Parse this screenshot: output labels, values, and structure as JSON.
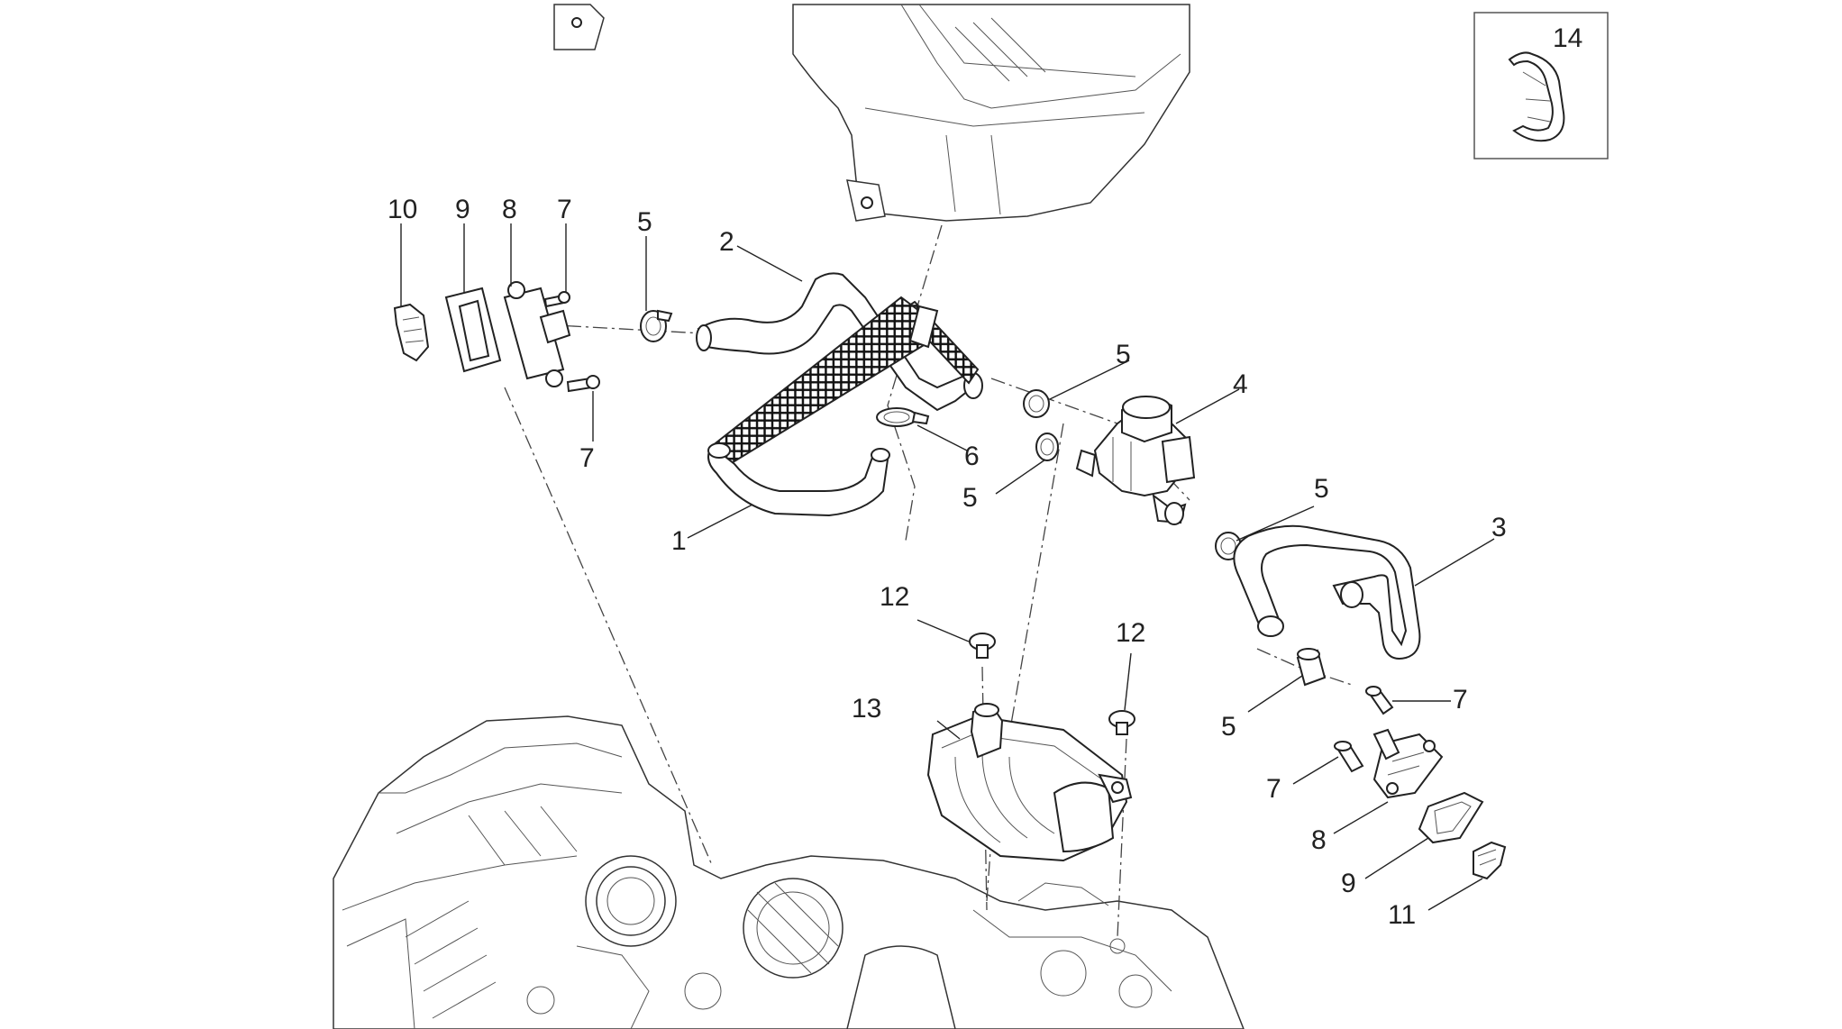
{
  "diagram": {
    "callouts": [
      {
        "id": "c1",
        "text": "1"
      },
      {
        "id": "c2",
        "text": "2"
      },
      {
        "id": "c3",
        "text": "3"
      },
      {
        "id": "c4",
        "text": "4"
      },
      {
        "id": "c5a",
        "text": "5"
      },
      {
        "id": "c5b",
        "text": "5"
      },
      {
        "id": "c5c",
        "text": "5"
      },
      {
        "id": "c5d",
        "text": "5"
      },
      {
        "id": "c5e",
        "text": "5"
      },
      {
        "id": "c6",
        "text": "6"
      },
      {
        "id": "c7a",
        "text": "7"
      },
      {
        "id": "c7b",
        "text": "7"
      },
      {
        "id": "c7c",
        "text": "7"
      },
      {
        "id": "c7d",
        "text": "7"
      },
      {
        "id": "c8a",
        "text": "8"
      },
      {
        "id": "c8b",
        "text": "8"
      },
      {
        "id": "c9a",
        "text": "9"
      },
      {
        "id": "c9b",
        "text": "9"
      },
      {
        "id": "c10",
        "text": "10"
      },
      {
        "id": "c11",
        "text": "11"
      },
      {
        "id": "c12a",
        "text": "12"
      },
      {
        "id": "c12b",
        "text": "12"
      },
      {
        "id": "c13",
        "text": "13"
      },
      {
        "id": "c14",
        "text": "14"
      }
    ]
  }
}
